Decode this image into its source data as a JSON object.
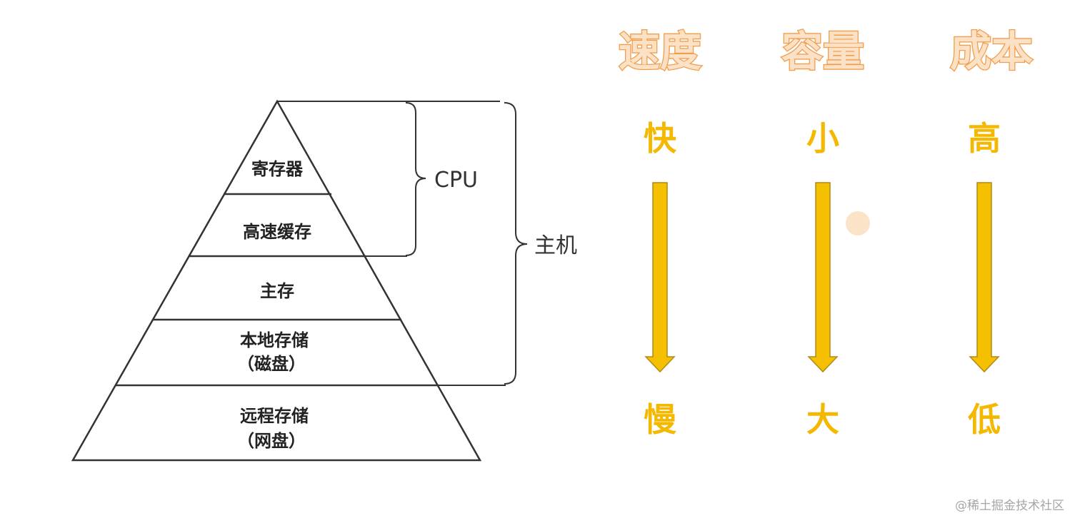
{
  "pyramid": {
    "layers": [
      {
        "lines": [
          "寄存器"
        ]
      },
      {
        "lines": [
          "高速缓存"
        ]
      },
      {
        "lines": [
          "主存"
        ]
      },
      {
        "lines": [
          "本地存储",
          "（磁盘）"
        ]
      },
      {
        "lines": [
          "远程存储",
          "（网盘）"
        ]
      }
    ]
  },
  "brackets": {
    "cpu": "CPU",
    "host": "主机"
  },
  "columns": [
    {
      "header": "速度",
      "top": "快",
      "bottom": "慢"
    },
    {
      "header": "容量",
      "top": "小",
      "bottom": "大"
    },
    {
      "header": "成本",
      "top": "高",
      "bottom": "低"
    }
  ],
  "colors": {
    "header_fill": "#fbe2c6",
    "header_stroke": "#f29d4b",
    "arrow_fill": "#f5c000",
    "arrow_stroke": "#b08a18",
    "end_text": "#f5b800",
    "line": "#333333",
    "dot": "#fbe3c8"
  },
  "watermark": "@稀土掘金技术社区"
}
